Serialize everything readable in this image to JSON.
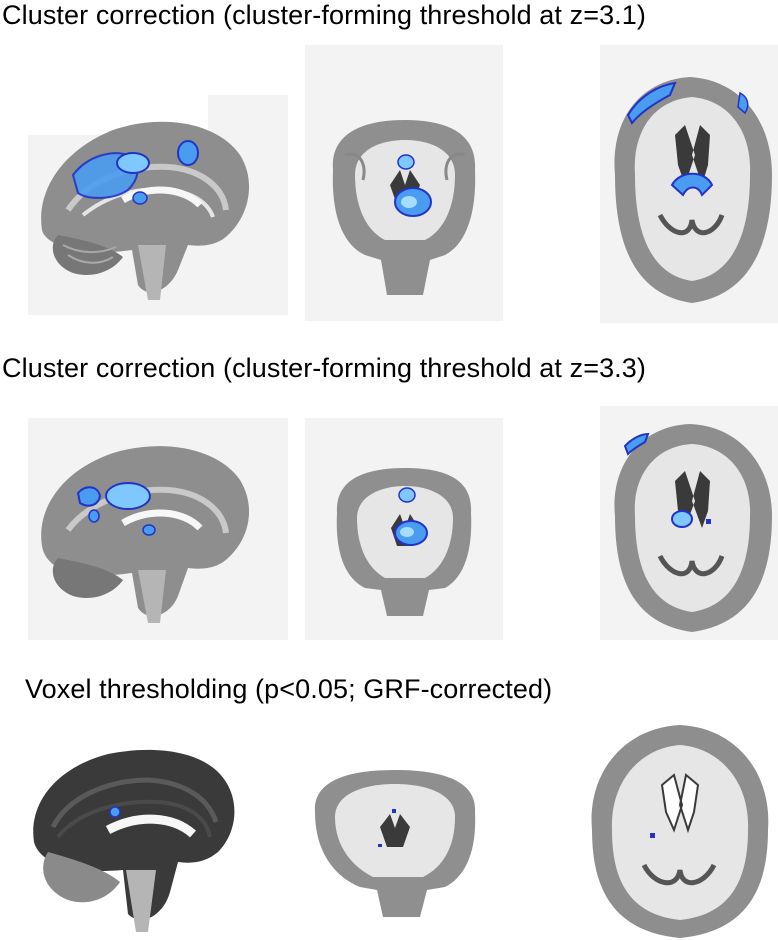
{
  "headings": {
    "row1": "Cluster correction (cluster-forming threshold at z=3.1)",
    "row2": "Cluster correction (cluster-forming threshold at z=3.3)",
    "row3": "Voxel thresholding (p<0.05; GRF-corrected)"
  },
  "colors": {
    "activation_fill": "#4a9cf0",
    "activation_core": "#7ec8ff",
    "activation_edge": "#2233c8",
    "brain_gray": "#9a9a9a",
    "white_matter": "#e6e6e6"
  }
}
